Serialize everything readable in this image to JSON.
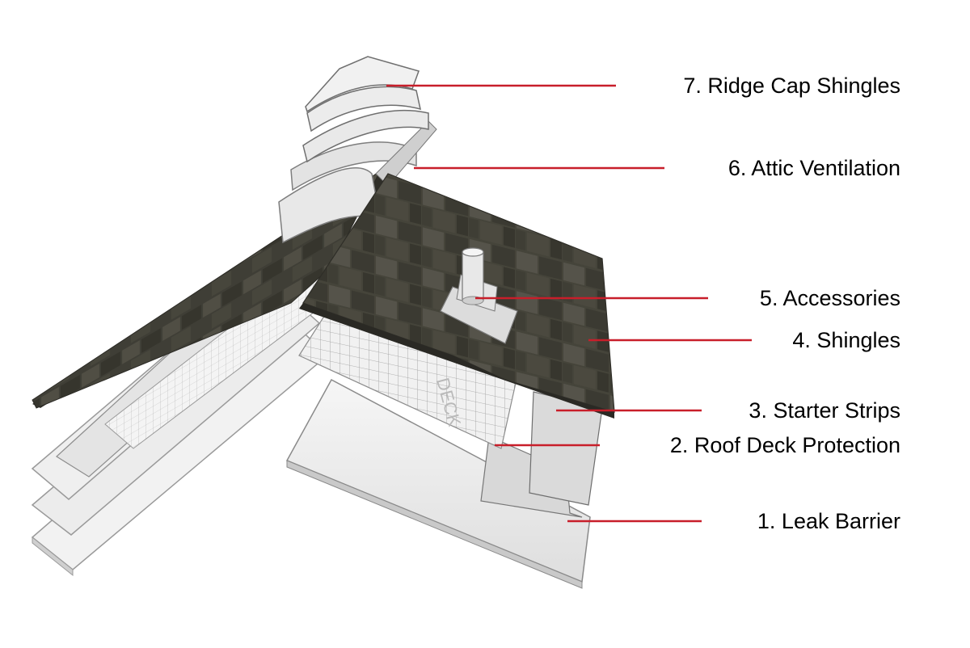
{
  "colors": {
    "leader_line": "#c81e2a",
    "label_text": "#000000",
    "shingle_dark": "#3b3a31",
    "shingle_mid": "#4e4c40",
    "layer_fill": "#e9e9e9",
    "layer_edge": "#8a8a8a"
  },
  "callouts": [
    {
      "label": "7. Ridge Cap Shingles"
    },
    {
      "label": "6. Attic Ventilation"
    },
    {
      "label": "5. Accessories"
    },
    {
      "label": "4. Shingles"
    },
    {
      "label": "3. Starter Strips"
    },
    {
      "label": "2. Roof Deck Protection"
    },
    {
      "label": "1. Leak Barrier"
    }
  ],
  "deck_protection_mark": "DECK",
  "icons": [
    "roof-layers-illustration",
    "pipe-vent-icon"
  ]
}
